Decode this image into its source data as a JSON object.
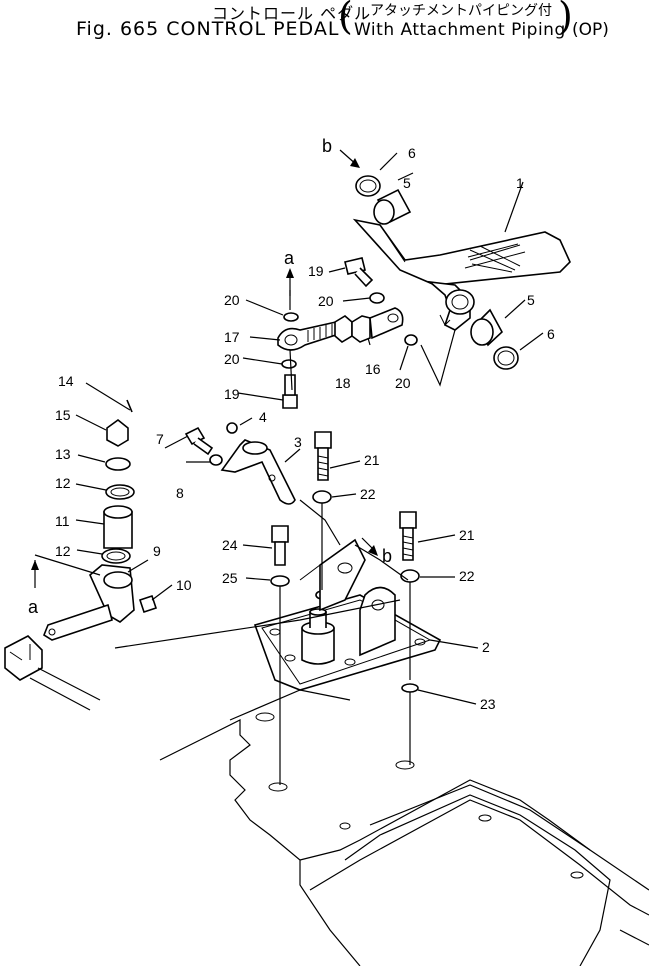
{
  "title": {
    "jp_left": "コントロール ペダル",
    "jp_paren": "アタッチメントパイピング付",
    "fig": "Fig. 665 CONTROL PEDAL",
    "sub": "With Attachment Piping",
    "op": "(OP)"
  },
  "view_markers": {
    "a": "a",
    "b": "b"
  },
  "callouts": [
    {
      "id": "c1",
      "text": "1"
    },
    {
      "id": "c2",
      "text": "2"
    },
    {
      "id": "c3",
      "text": "3"
    },
    {
      "id": "c4",
      "text": "4"
    },
    {
      "id": "c5a",
      "text": "5"
    },
    {
      "id": "c5b",
      "text": "5"
    },
    {
      "id": "c6a",
      "text": "6"
    },
    {
      "id": "c6b",
      "text": "6"
    },
    {
      "id": "c7",
      "text": "7"
    },
    {
      "id": "c8",
      "text": "8"
    },
    {
      "id": "c9",
      "text": "9"
    },
    {
      "id": "c10",
      "text": "10"
    },
    {
      "id": "c11",
      "text": "11"
    },
    {
      "id": "c12a",
      "text": "12"
    },
    {
      "id": "c12b",
      "text": "12"
    },
    {
      "id": "c13",
      "text": "13"
    },
    {
      "id": "c14",
      "text": "14"
    },
    {
      "id": "c15",
      "text": "15"
    },
    {
      "id": "c16",
      "text": "16"
    },
    {
      "id": "c17",
      "text": "17"
    },
    {
      "id": "c18",
      "text": "18"
    },
    {
      "id": "c19a",
      "text": "19"
    },
    {
      "id": "c19b",
      "text": "19"
    },
    {
      "id": "c20a",
      "text": "20"
    },
    {
      "id": "c20b",
      "text": "20"
    },
    {
      "id": "c20c",
      "text": "20"
    },
    {
      "id": "c20d",
      "text": "20"
    },
    {
      "id": "c21a",
      "text": "21"
    },
    {
      "id": "c21b",
      "text": "21"
    },
    {
      "id": "c22a",
      "text": "22"
    },
    {
      "id": "c22b",
      "text": "22"
    },
    {
      "id": "c23",
      "text": "23"
    },
    {
      "id": "c24",
      "text": "24"
    },
    {
      "id": "c25",
      "text": "25"
    }
  ]
}
